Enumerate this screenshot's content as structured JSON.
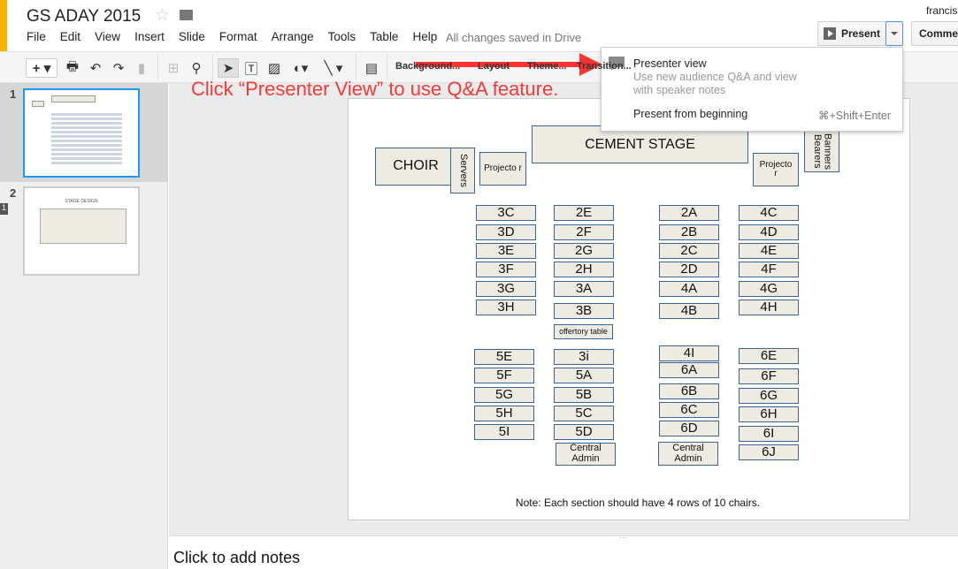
{
  "app": {
    "title": "GS ADAY 2015",
    "save_status": "All changes saved in Drive",
    "user": "francisl"
  },
  "menus": [
    "File",
    "Edit",
    "View",
    "Insert",
    "Slide",
    "Format",
    "Arrange",
    "Tools",
    "Table",
    "Help"
  ],
  "header": {
    "present_label": "Present",
    "comments_label": "Comments"
  },
  "toolbar": {
    "background_label": "Background...",
    "layout_label": "Layout",
    "theme_label": "Theme...",
    "transition_label": "Transition..."
  },
  "annotation": {
    "callout": "Click “Presenter View” to use Q&A feature.",
    "color": "#f23b3b"
  },
  "present_menu": {
    "presenter_view": {
      "label": "Presenter view",
      "description_1": "Use new audience Q&A and view",
      "description_2": "with speaker notes"
    },
    "present_from_beginning": {
      "label": "Present from beginning",
      "shortcut": "⌘+Shift+Enter"
    }
  },
  "filmstrip": {
    "slides": [
      {
        "number": "1"
      },
      {
        "number": "2",
        "title": "STAGE DESIGN"
      }
    ],
    "badge": "1"
  },
  "slide": {
    "choir": "CHOIR",
    "servers": "Servers",
    "projector_left": "Projecto r",
    "stage": "CEMENT STAGE",
    "projector_right": "Projecto r",
    "banners": "Banners Bearers",
    "upper_seats": [
      [
        "3C",
        "3D",
        "3E",
        "3F",
        "3G",
        "3H"
      ],
      [
        "2E",
        "2F",
        "2G",
        "2H",
        "3A",
        "3B"
      ],
      [
        "2A",
        "2B",
        "2C",
        "2D",
        "4A",
        "4B"
      ],
      [
        "4C",
        "4D",
        "4E",
        "4F",
        "4G",
        "4H"
      ]
    ],
    "offertory": "offertory table",
    "lower_seats": [
      [
        "5E",
        "5F",
        "5G",
        "5H",
        "5I"
      ],
      [
        "3i",
        "5A",
        "5B",
        "5C",
        "5D"
      ],
      [
        "4I",
        "6A",
        "6B",
        "6C",
        "6D"
      ],
      [
        "6E",
        "6F",
        "6G",
        "6H",
        "6I",
        "6J"
      ]
    ],
    "central_admin": "Central Admin",
    "note": "Note: Each section should have 4 rows of 10 chairs."
  },
  "notes": {
    "placeholder": "Click to add notes"
  }
}
